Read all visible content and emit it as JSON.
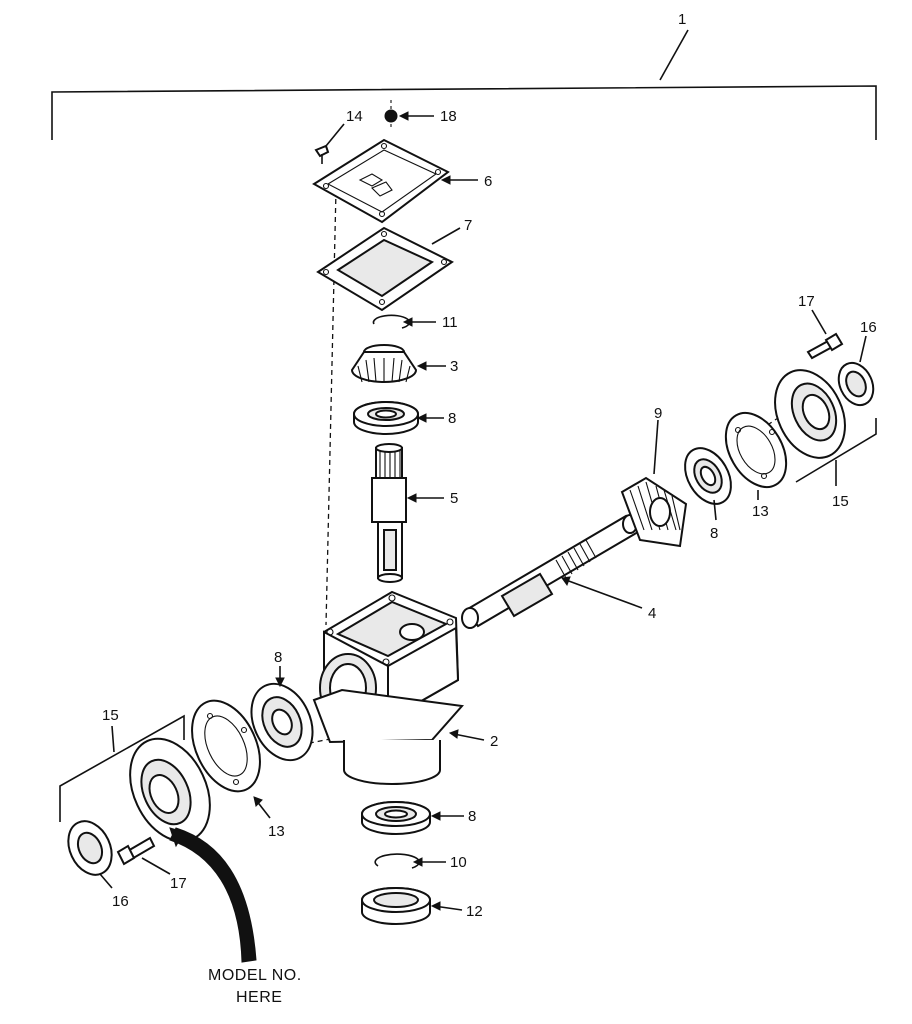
{
  "callouts": {
    "assembly": "1",
    "housing": "2",
    "gear_top": "3",
    "shaft_horizontal": "4",
    "shaft_vertical": "5",
    "cover_plate": "6",
    "gasket": "7",
    "bearing_top": "8",
    "bearing_right": "8",
    "bearing_left": "8",
    "bearing_bottom": "8",
    "gear_right": "9",
    "retaining_ring_bottom": "10",
    "retaining_ring_top": "11",
    "seal_cup": "12",
    "gasket_left": "13",
    "gasket_right": "13",
    "seal_kit_left": "15",
    "seal_kit_right": "15",
    "screw_top": "14",
    "oil_seal_left": "16",
    "oil_seal_right": "16",
    "bolt_left": "17",
    "bolt_right": "17",
    "plug": "18"
  },
  "note": {
    "line1": "MODEL NO.",
    "line2": "HERE"
  },
  "colors": {
    "ink": "#111111",
    "paper": "#ffffff"
  }
}
